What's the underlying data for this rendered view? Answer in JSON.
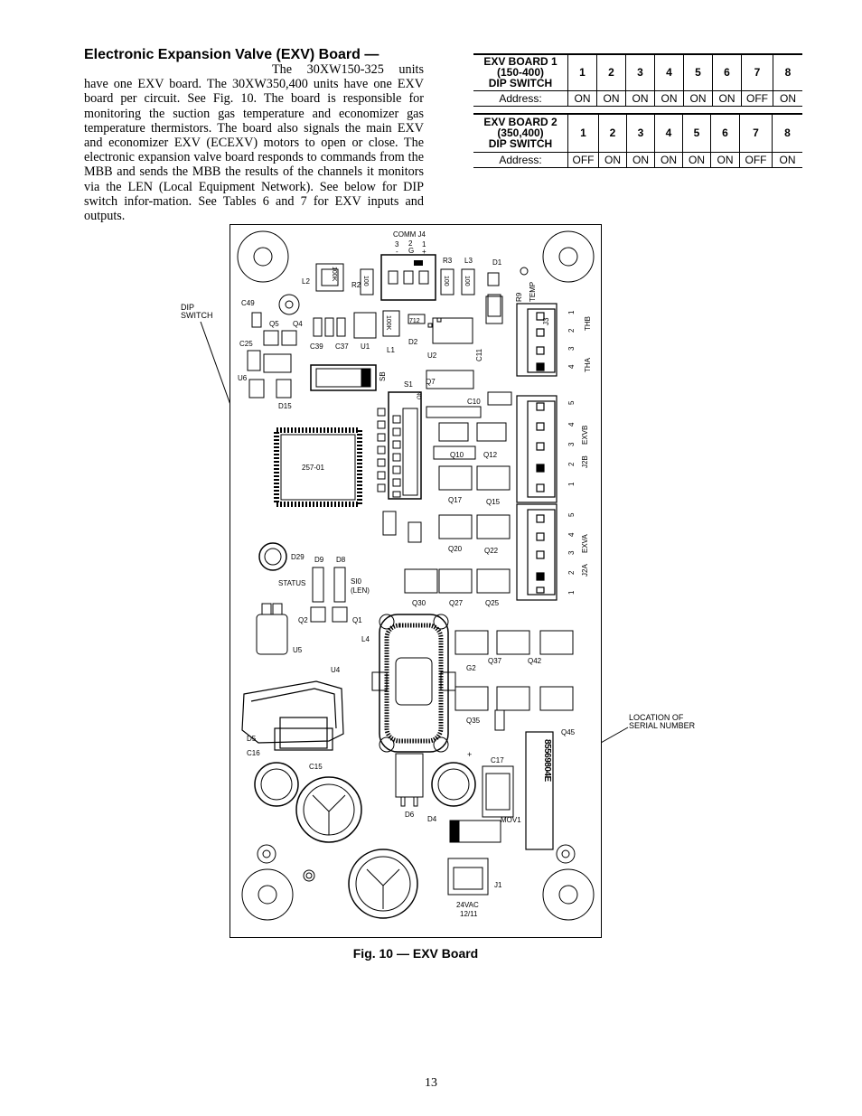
{
  "section": {
    "heading": "Electronic Expansion Valve (EXV) Board —",
    "paragraph": "The 30XW150-325 units have one EXV board. The 30XW350,400 units have one EXV board per circuit. See Fig. 10. The board is responsible for monitoring the suction gas temperature and economizer gas temperature thermistors. The board also signals the main EXV and economizer EXV (ECEXV) motors to open or close. The electronic expansion valve board responds to commands from the MBB and sends the MBB the results of the channels it monitors via the LEN (Local Equipment Network). See below for DIP switch infor-mation. See Tables 6 and 7 for EXV inputs and outputs."
  },
  "dip_tables": [
    {
      "title_lines": [
        "EXV BOARD 1",
        "(150-400)",
        "DIP SWITCH"
      ],
      "switches": [
        "1",
        "2",
        "3",
        "4",
        "5",
        "6",
        "7",
        "8"
      ],
      "row_label": "Address:",
      "values": [
        "ON",
        "ON",
        "ON",
        "ON",
        "ON",
        "ON",
        "OFF",
        "ON"
      ]
    },
    {
      "title_lines": [
        "EXV BOARD 2",
        "(350,400)",
        "DIP SWITCH"
      ],
      "switches": [
        "1",
        "2",
        "3",
        "4",
        "5",
        "6",
        "7",
        "8"
      ],
      "row_label": "Address:",
      "values": [
        "OFF",
        "ON",
        "ON",
        "ON",
        "ON",
        "ON",
        "OFF",
        "ON"
      ]
    }
  ],
  "figure": {
    "caption": "Fig. 10 — EXV Board",
    "callouts": {
      "dip_line1": "DIP",
      "dip_line2": "SWITCH",
      "serial_line1": "LOCATION OF",
      "serial_line2": "SERIAL NUMBER"
    },
    "labels": {
      "comm": "COMM J4",
      "pin3": "3",
      "pin2": "2",
      "pin1": "1",
      "pin_minus": "-",
      "pin_g": "G",
      "pin_plus": "+",
      "r3": "R3",
      "l3": "L3",
      "d1": "D1",
      "l2": "L2",
      "r2": "R2",
      "r9": "R9",
      "temp": "TEMP",
      "j3": "J3",
      "c49": "C49",
      "q5": "Q5",
      "q4": "Q4",
      "c25": "C25",
      "c39": "C39",
      "c37": "C37",
      "u1": "U1",
      "l1": "L1",
      "d2": "D2",
      "u2": "U2",
      "c11": "C11",
      "u6": "U6",
      "d15": "D15",
      "sb": "SB",
      "s1": "S1",
      "q7": "Q7",
      "c10": "C10",
      "chip": "257-01",
      "q10": "Q10",
      "q12": "Q12",
      "q17": "Q17",
      "q15": "Q15",
      "q20": "Q20",
      "q22": "Q22",
      "d29": "D29",
      "d9": "D9",
      "d8": "D8",
      "status": "STATUS",
      "si0": "SI0",
      "len": "(LEN)",
      "q30": "Q30",
      "q27": "Q27",
      "q25": "Q25",
      "q2": "Q2",
      "q1": "Q1",
      "u5": "U5",
      "l4": "L4",
      "u4": "U4",
      "g2": "G2",
      "q37": "Q37",
      "q42": "Q42",
      "q35": "Q35",
      "q45": "Q45",
      "d5": "D5",
      "c16": "C16",
      "c15": "C15",
      "c17": "C17",
      "d6": "D6",
      "d4": "D4",
      "mov1": "MOV1",
      "j1": "J1",
      "vac": "24VAC",
      "date": "12/11",
      "r100k_a": "100K",
      "r100_a": "100",
      "r100_b": "100",
      "r100_c": "100",
      "r100k_b": "100K",
      "r712": "712",
      "thb": "THB",
      "tha": "THA",
      "exvb": "EXVB",
      "j2b": "J2B",
      "exva": "EXVA",
      "j2a": "J2A",
      "n1": "1",
      "n2": "2",
      "n3": "3",
      "n4": "4",
      "n5": "5",
      "serial_code": "85569804E",
      "on_mark": "ON",
      "plus_mark": "+"
    }
  },
  "page_number": "13"
}
